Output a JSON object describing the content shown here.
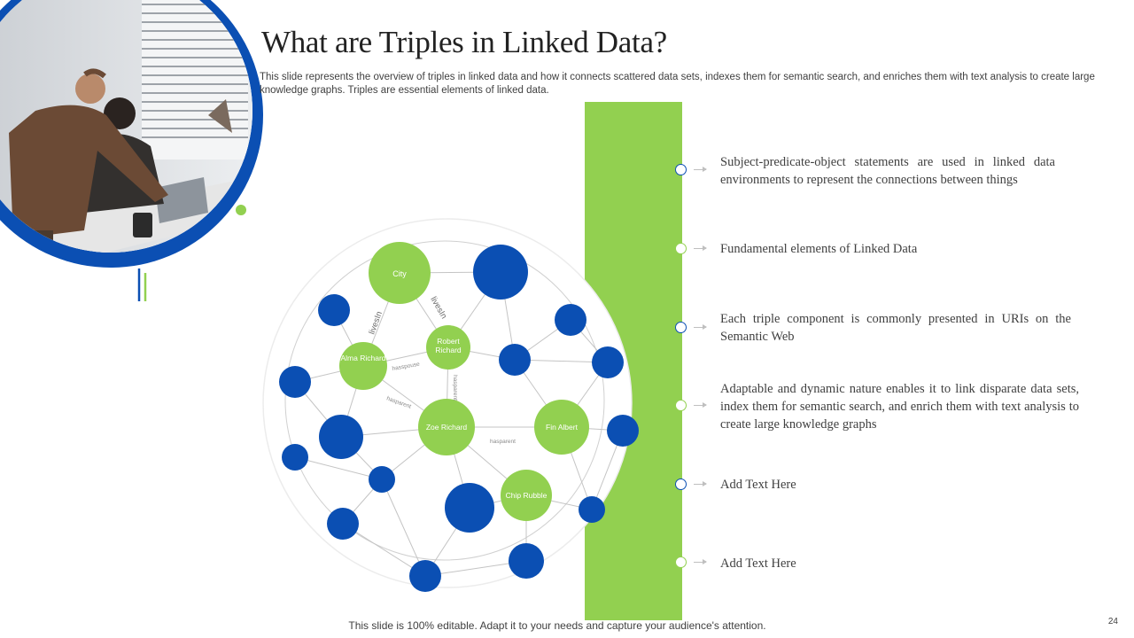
{
  "slide": {
    "title": "What are Triples in Linked Data?",
    "subtitle": "This slide represents the overview of triples in linked data and how it connects scattered data sets, indexes them for semantic search, and enriches them with text analysis to create large knowledge graphs. Triples are essential elements of linked data.",
    "footer": "This slide is 100% editable. Adapt it to your needs and capture your audience's attention.",
    "page_number": "24"
  },
  "colors": {
    "accent_green": "#92d050",
    "accent_blue": "#0b4fb3"
  },
  "network": {
    "nodes": {
      "city": "City",
      "alma": "Alma Richard",
      "robert": "Robert Richard",
      "zoe": "Zoe Richard",
      "fin": "Fin Albert",
      "chip": "Chip Rubble"
    },
    "edges": {
      "livesin_1": "livesIn",
      "livesin_2": "livesIn",
      "hasspouse": "hasspouse",
      "hasparent_1": "hasparent",
      "hasparent_2": "hasparent",
      "hasparent_3": "hasparent"
    }
  },
  "bullets": [
    {
      "text": "Subject-predicate-object statements are used in linked data environments to represent the connections between things",
      "marker": "blue"
    },
    {
      "text": "Fundamental elements of Linked Data",
      "marker": "green"
    },
    {
      "text": "Each triple component is commonly presented in URIs on the Semantic Web",
      "marker": "blue"
    },
    {
      "text": "Adaptable and dynamic nature enables it to link disparate data sets, index them for semantic search, and enrich them with text analysis to create large knowledge graphs",
      "marker": "green"
    },
    {
      "text": "Add Text Here",
      "marker": "blue"
    },
    {
      "text": "Add Text Here",
      "marker": "green"
    }
  ]
}
